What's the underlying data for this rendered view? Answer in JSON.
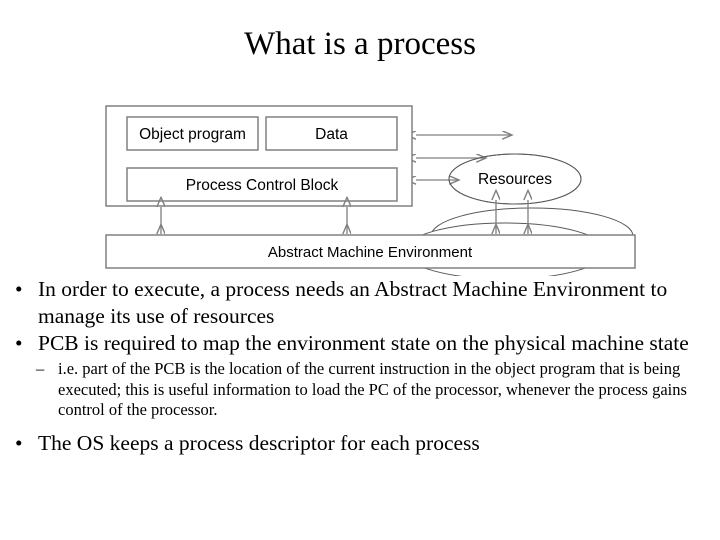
{
  "slide": {
    "title": "What is a process",
    "background_color": "#ffffff",
    "text_color": "#000000"
  },
  "diagram": {
    "name": "process-structure-diagram",
    "stroke_color": "#808080",
    "ellipse_stroke_color": "#595959",
    "boxes": [
      {
        "id": "process-outer-box",
        "label": ""
      },
      {
        "id": "object-program-box",
        "label": "Object program"
      },
      {
        "id": "data-box",
        "label": "Data"
      },
      {
        "id": "pcb-box",
        "label": "Process Control Block"
      },
      {
        "id": "abstract-machine-environment-box",
        "label": "Abstract Machine Environment"
      }
    ],
    "ellipses": [
      {
        "id": "resources-ellipse-back",
        "label": ""
      },
      {
        "id": "resources-ellipse-middle",
        "label": ""
      },
      {
        "id": "resources-ellipse-front",
        "label": "Resources"
      }
    ],
    "connectors": {
      "horizontal_double_arrows": 3,
      "vertical_double_arrows": 4
    }
  },
  "body": {
    "bullet_marker": "•",
    "sub_bullet_marker": "–",
    "bullets": [
      {
        "level": 1,
        "text": "In order to execute, a process needs an Abstract Machine Environment to manage its use of resources"
      },
      {
        "level": 1,
        "text": "PCB is required to map the environment state on the physical machine state"
      },
      {
        "level": 2,
        "text": "i.e. part of the PCB is the location of the current instruction in the object program that is being executed; this is useful information to load the PC of the processor, whenever the process gains control of the processor."
      },
      {
        "level": 1,
        "text": "The OS keeps a process descriptor for each process"
      }
    ]
  }
}
